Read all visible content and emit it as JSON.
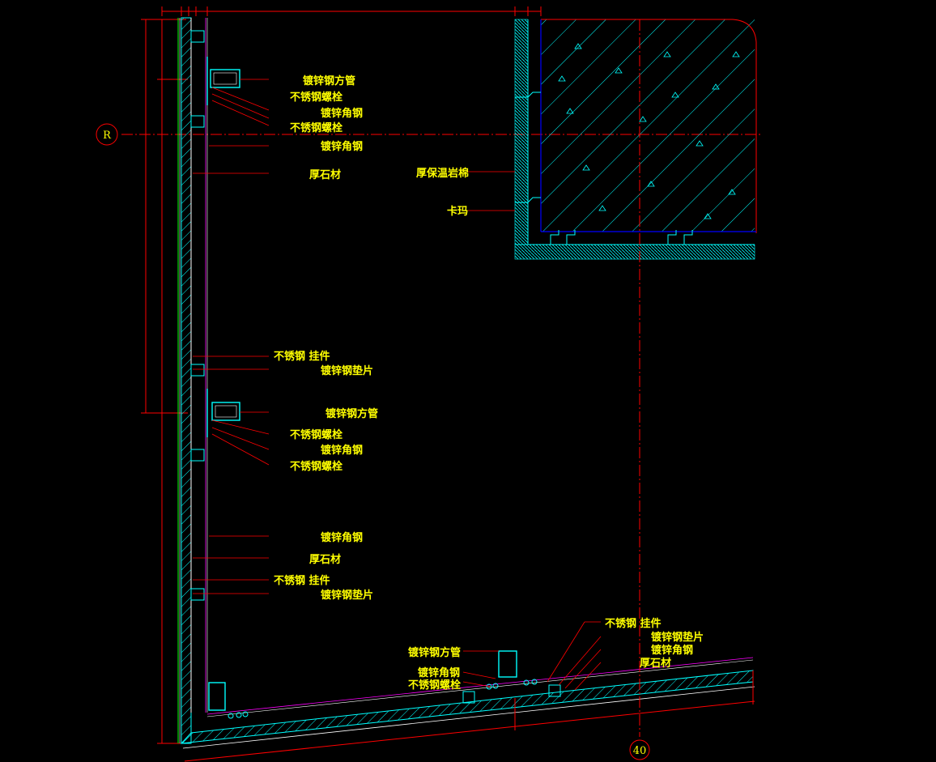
{
  "drawing": {
    "axis_r": "R",
    "axis_40": "40",
    "colors": {
      "background": "#000000",
      "dimension": "#ff0000",
      "text": "#ffff00",
      "stone": "#00ffff",
      "concrete_hatch": "#00ffff",
      "insulation_line": "#0000ff",
      "surface_white": "#ffffff",
      "green": "#00ff00",
      "magenta": "#ff00ff"
    },
    "labels": {
      "l1": "镀锌钢方管",
      "l2": "不锈钢螺栓",
      "l3": "镀锌角钢",
      "l4": "不锈钢螺栓",
      "l5": "镀锌角钢",
      "l6": "厚石材",
      "l7": "厚保温岩棉",
      "l8": "卡玛",
      "l9": "不锈钢  挂件",
      "l10": "镀锌钢垫片",
      "l11": "镀锌钢方管",
      "l12": "不锈钢螺栓",
      "l13": "镀锌角钢",
      "l14": "不锈钢螺栓",
      "l15": "镀锌角钢",
      "l16": "厚石材",
      "l17": "不锈钢  挂件",
      "l18": "镀锌钢垫片",
      "l19": "不锈钢  挂件",
      "l20": "镀锌钢垫片",
      "l21": "镀锌角钢",
      "l22": "厚石材",
      "l23": "镀锌钢方管",
      "l24": "镀锌角钢",
      "l25": "不锈钢螺栓"
    }
  }
}
